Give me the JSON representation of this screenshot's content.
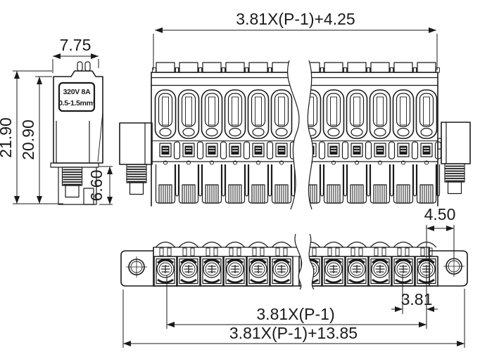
{
  "meta": {
    "background_color": "#ffffff",
    "line_color": "#1a1a1a",
    "drawing_type": "pluggable terminal block technical drawing, 3 views"
  },
  "side_view": {
    "rating_label": {
      "line1": "320V 8A",
      "line2": "0.5-1.5mm²"
    },
    "dims": {
      "top_width": "7.75",
      "overall_height": "21.90",
      "body_height": "20.90",
      "screw_section_height": "6.60"
    }
  },
  "front_view": {
    "dims": {
      "overall_width": "3.81X(P-1)+4.25"
    }
  },
  "bottom_view": {
    "dims": {
      "hole_to_last_pole": "4.50",
      "pitch": "3.81",
      "pole_span": "3.81X(P-1)",
      "overall_width": "3.81X(P-1)+13.85"
    }
  }
}
